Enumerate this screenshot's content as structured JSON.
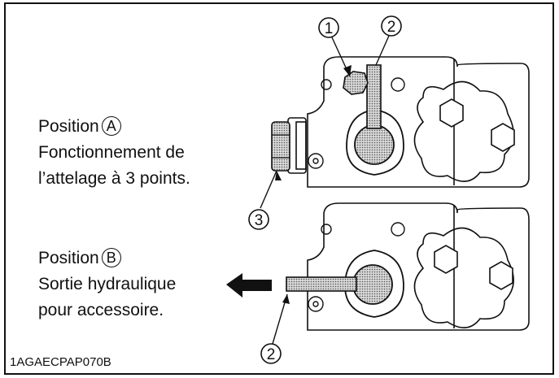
{
  "callouts": [
    "1",
    "2",
    "3",
    "2"
  ],
  "position_a": {
    "title": "Position",
    "letter": "A",
    "lines": [
      "Fonctionnement de",
      "l’attelage à 3 points."
    ]
  },
  "position_b": {
    "title": "Position",
    "letter": "B",
    "lines": [
      "Sortie hydraulique",
      "pour accessoire."
    ]
  },
  "figure_code": "1AGAECPAP070B"
}
